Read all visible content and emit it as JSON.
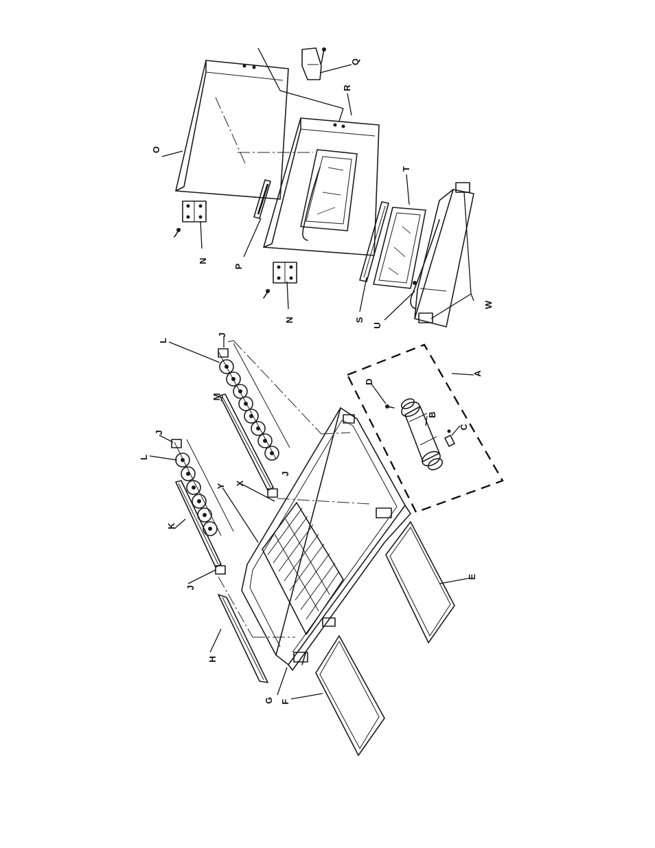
{
  "labels": {
    "A": "A",
    "B": "B",
    "C": "C",
    "D": "D",
    "E": "E",
    "F": "F",
    "G": "G",
    "H": "H",
    "J": "J",
    "K": "K",
    "L": "L",
    "M": "M",
    "N": "N",
    "O": "O",
    "P": "P",
    "Q": "Q",
    "R": "R",
    "S": "S",
    "T": "T",
    "U": "U",
    "W": "W",
    "X": "X",
    "Y": "Y"
  }
}
